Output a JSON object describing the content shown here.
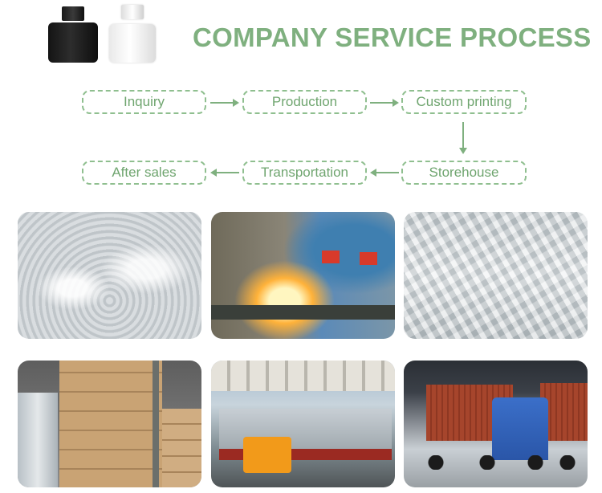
{
  "header": {
    "title": "COMPANY SERVICE PROCESS"
  },
  "process": {
    "steps": [
      {
        "label": "Inquiry"
      },
      {
        "label": "Production"
      },
      {
        "label": "Custom printing"
      },
      {
        "label": "Storehouse"
      },
      {
        "label": "Transportation"
      },
      {
        "label": "After sales"
      }
    ]
  },
  "colors": {
    "accent_green": "#7fb07f",
    "box_border": "#8fbf8f"
  },
  "photos": [
    {
      "icon": "glass-bottles-photo"
    },
    {
      "icon": "factory-furnace-photo"
    },
    {
      "icon": "glass-parts-photo"
    },
    {
      "icon": "warehouse-boxes-photo"
    },
    {
      "icon": "loading-truck-photo"
    },
    {
      "icon": "container-truck-photo"
    }
  ]
}
